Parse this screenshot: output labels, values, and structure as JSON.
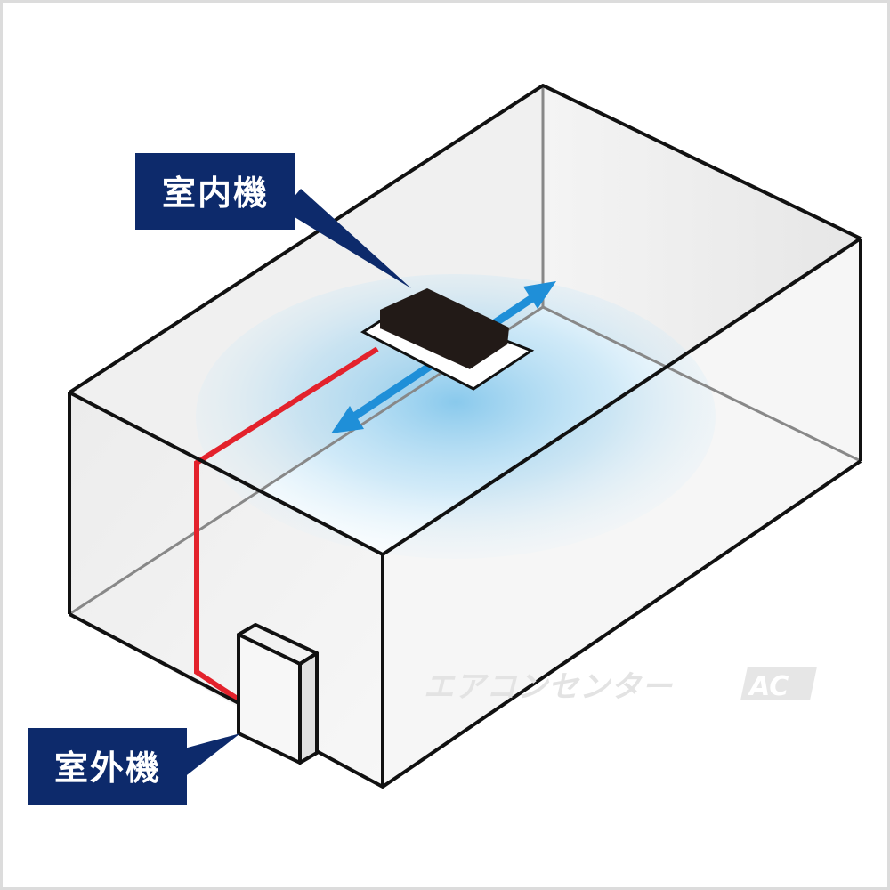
{
  "labels": {
    "indoor_unit": "室内機",
    "outdoor_unit": "室外機"
  },
  "watermark": {
    "text": "エアコンセンター",
    "logo": "AC"
  },
  "colors": {
    "frame_border": "#dcdcdc",
    "box_stroke": "#111111",
    "inner_line": "#888888",
    "callout_fill": "#0d2a6b",
    "pipe": "#e3222c",
    "airflow_arrow": "#1f8fd8",
    "airflow_glow": "#9fd2ef",
    "indoor_unit_body": "#221a17",
    "indoor_unit_panel": "#ffffff",
    "outdoor_unit_face": "#f7f7f7"
  },
  "icons": {
    "indoor_unit": "ceiling-cassette-icon",
    "outdoor_unit": "outdoor-unit-icon",
    "airflow": "double-arrow-icon"
  }
}
